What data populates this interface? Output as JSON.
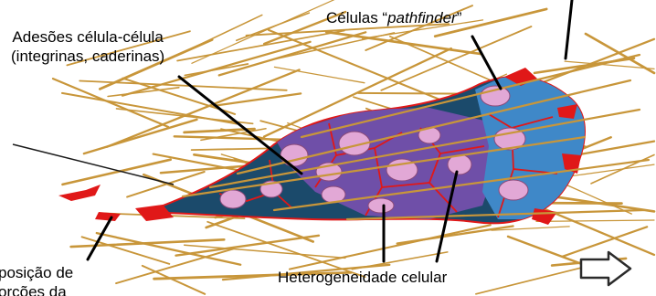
{
  "labels": {
    "adhesion_line1": "Adesões célula-célula",
    "adhesion_line2": "(integrinas, caderinas)",
    "pathfinder_prefix": "Células “",
    "pathfinder_italic": "pathfinder",
    "pathfinder_suffix": "”",
    "heterogeneity": "Heterogeneidade celular",
    "deposition_line1": "posição de",
    "deposition_line2": "orções da"
  },
  "colors": {
    "fiber": "#c8963a",
    "dark_cell": "#1b4a6b",
    "purple_cell": "#6f4fa8",
    "light_cell": "#3f88c8",
    "nucleus": "#e2a8d6",
    "cell_border": "#e01818",
    "arrow_outline": "#2b2b2b"
  }
}
